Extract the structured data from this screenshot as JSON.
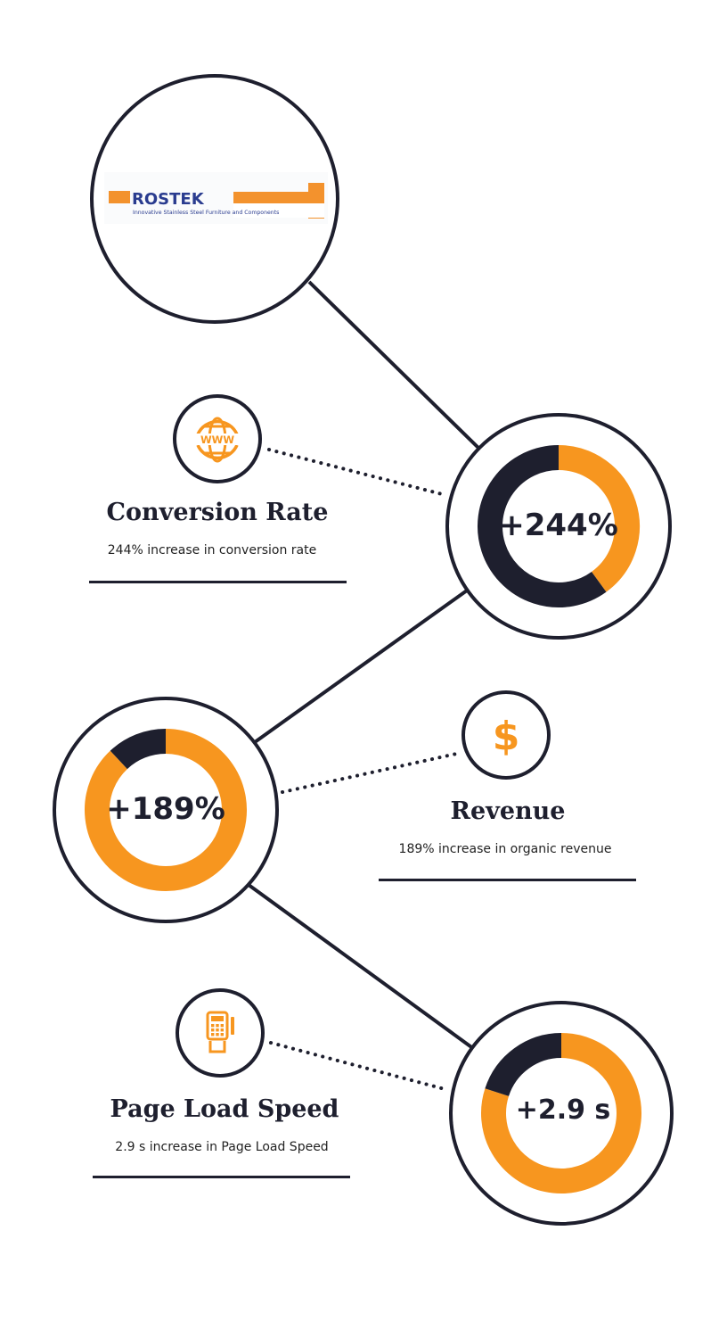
{
  "logo": {
    "wordmark": "ROSTEK",
    "tagline": "Innovative Stainless Steel Furniture and Components",
    "colors": {
      "orange": "#f3922d",
      "blue": "#2a3c8f"
    }
  },
  "colors": {
    "accent": "#f7961f",
    "dark": "#1e1f2e",
    "line": "#1e1f2e"
  },
  "metrics": [
    {
      "id": "conversion",
      "icon": "globe-www-icon",
      "icon_text": "WWW",
      "heading": "Conversion Rate",
      "description": "244% increase in conversion rate",
      "value_label": "+244%"
    },
    {
      "id": "revenue",
      "icon": "dollar-icon",
      "icon_text": "$",
      "heading": "Revenue",
      "description": "189% increase in organic revenue",
      "value_label": "+189%"
    },
    {
      "id": "pageload",
      "icon": "card-terminal-icon",
      "icon_text": "",
      "heading": "Page Load Speed",
      "description": "2.9 s increase in Page Load Speed",
      "value_label": "+2.9 s"
    }
  ],
  "chart_data": [
    {
      "type": "pie",
      "categories": [
        "filled",
        "remaining"
      ],
      "values": [
        40,
        60
      ]
    },
    {
      "type": "pie",
      "categories": [
        "filled",
        "remaining"
      ],
      "values": [
        88,
        12
      ]
    },
    {
      "type": "pie",
      "categories": [
        "filled",
        "remaining"
      ],
      "values": [
        80,
        20
      ]
    }
  ]
}
